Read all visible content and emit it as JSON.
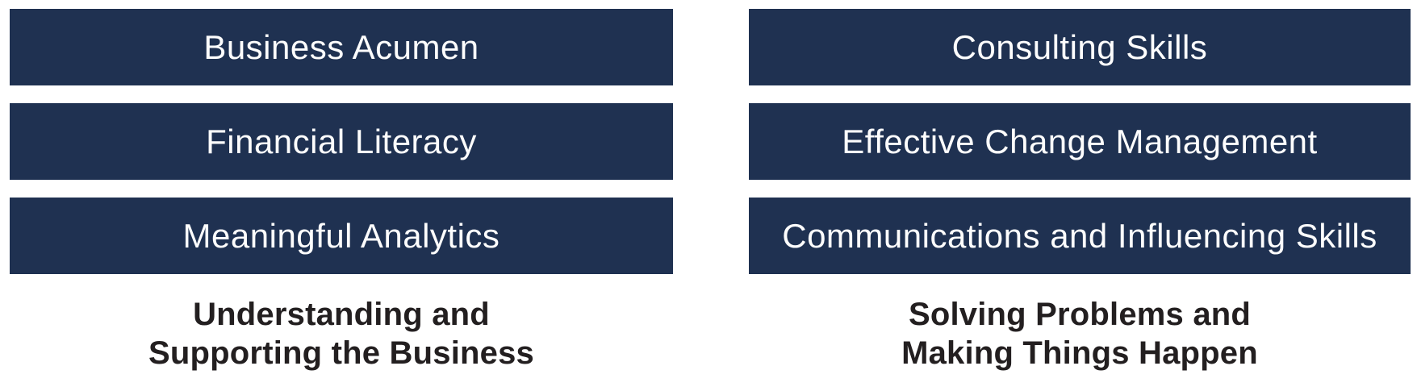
{
  "colors": {
    "background": "#ffffff",
    "bar_bg": "#1f3151",
    "bar_text": "#fdfdfd",
    "caption_text": "#231f20"
  },
  "columns": [
    {
      "skills": [
        "Business Acumen",
        "Financial Literacy",
        "Meaningful Analytics"
      ],
      "caption_lines": [
        "Understanding and",
        "Supporting the Business"
      ]
    },
    {
      "skills": [
        "Consulting Skills",
        "Effective Change Management",
        "Communications and Influencing Skills"
      ],
      "caption_lines": [
        "Solving Problems and",
        "Making Things Happen"
      ]
    }
  ]
}
